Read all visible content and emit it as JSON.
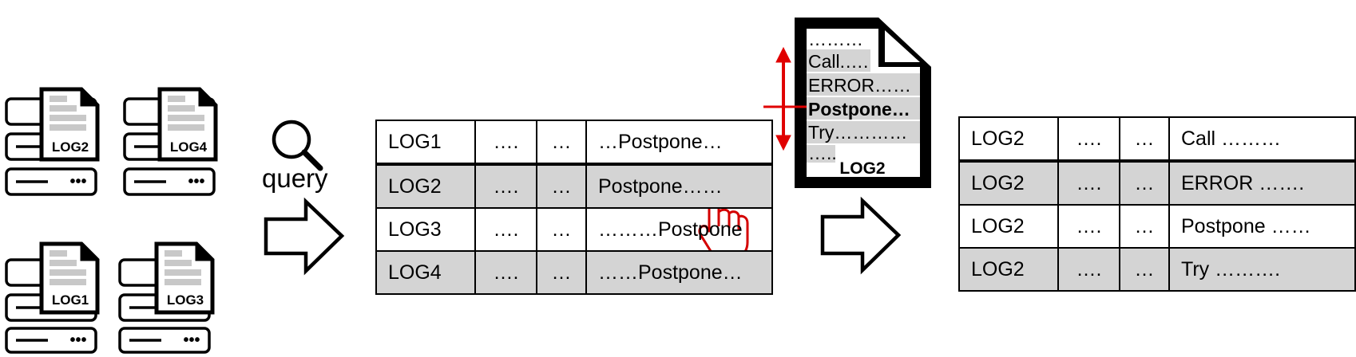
{
  "query_label": "query",
  "servers": [
    {
      "label": "LOG2"
    },
    {
      "label": "LOG4"
    },
    {
      "label": "LOG1"
    },
    {
      "label": "LOG3"
    }
  ],
  "server_rack_glyph": "•••",
  "icons": {
    "search": "magnifier-icon",
    "arrow": "outline-right-arrow-icon",
    "pointer": "hand-pointer-icon",
    "scroll": "vertical-double-arrow-icon"
  },
  "colors": {
    "shade": "#d4d4d4",
    "highlight": "#e00000",
    "ink": "#000000"
  },
  "search_table": {
    "rows": [
      {
        "log": "LOG1",
        "c2": "….",
        "c3": "…",
        "text": "…Postpone…",
        "shaded": false
      },
      {
        "log": "LOG2",
        "c2": "….",
        "c3": "…",
        "text": "Postpone……",
        "shaded": true
      },
      {
        "log": "LOG3",
        "c2": "….",
        "c3": "…",
        "text": "………Postpone",
        "shaded": false
      },
      {
        "log": "LOG4",
        "c2": "….",
        "c3": "…",
        "text": "……Postpone…",
        "shaded": true
      }
    ]
  },
  "log_document": {
    "lines": [
      "………",
      "Call.….",
      "ERROR……",
      "Postpone…",
      "Try…………",
      "….."
    ],
    "bold_line_index": 3,
    "footer": "LOG2"
  },
  "result_table": {
    "rows": [
      {
        "log": "LOG2",
        "c2": "….",
        "c3": "…",
        "text": "Call ………",
        "shaded": false
      },
      {
        "log": "LOG2",
        "c2": "….",
        "c3": "…",
        "text": "ERROR …….",
        "shaded": true
      },
      {
        "log": "LOG2",
        "c2": "….",
        "c3": "…",
        "text": "Postpone ……",
        "shaded": false
      },
      {
        "log": "LOG2",
        "c2": "….",
        "c3": "…",
        "text": "Try ……….",
        "shaded": true
      }
    ]
  }
}
